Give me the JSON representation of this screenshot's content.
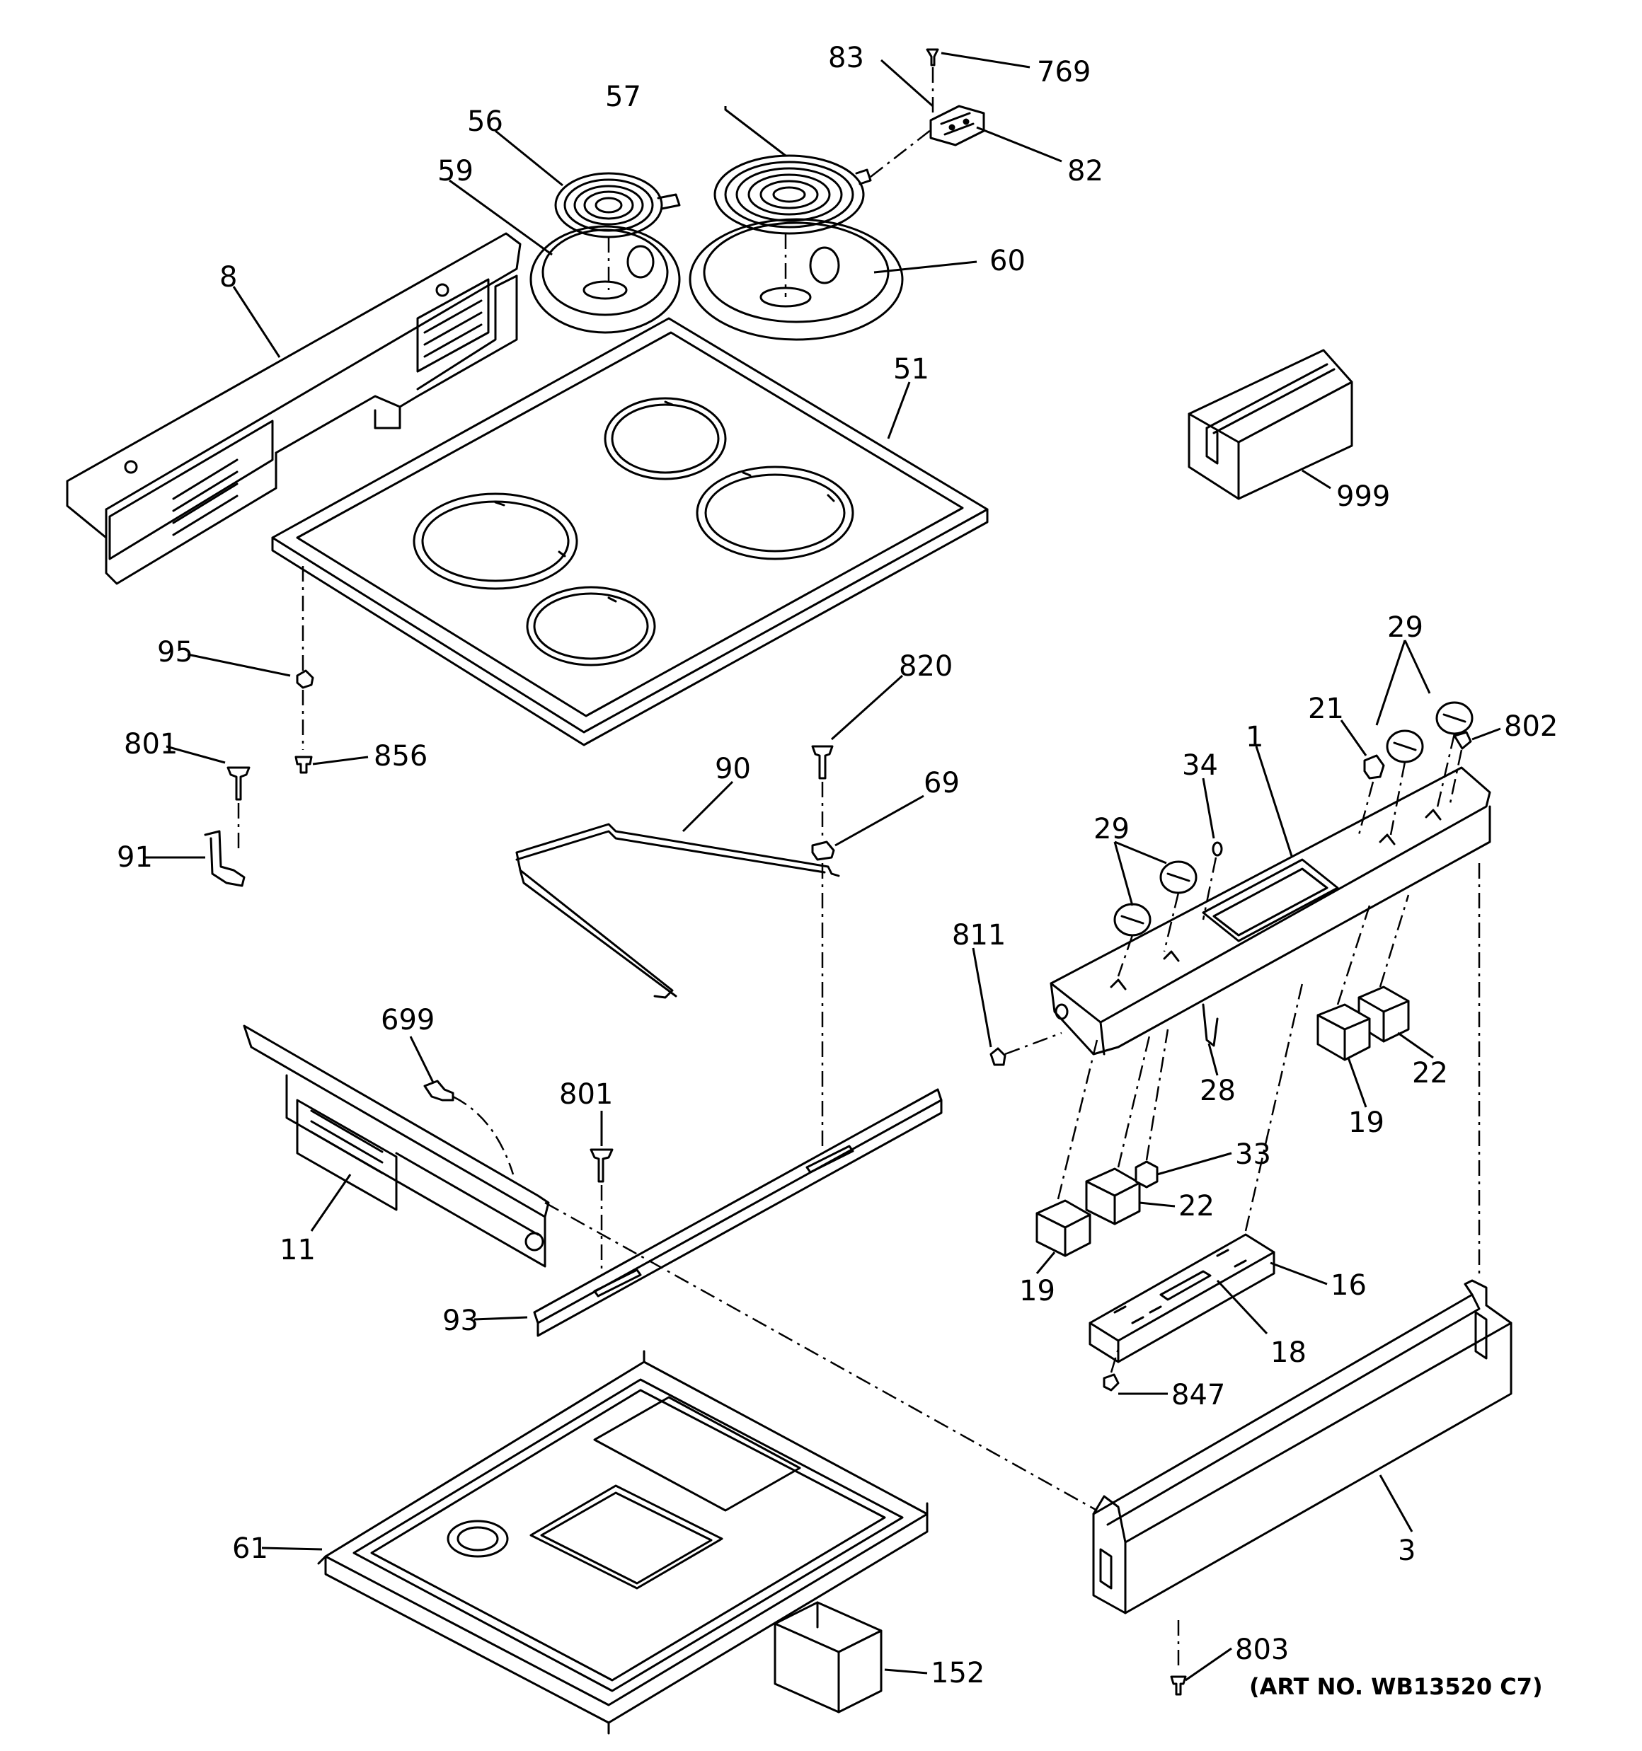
{
  "art_no": "(ART NO. WB13520 C7)",
  "callouts": [
    {
      "id": "c769",
      "text": "769"
    },
    {
      "id": "c83",
      "text": "83"
    },
    {
      "id": "c82",
      "text": "82"
    },
    {
      "id": "c56",
      "text": "56"
    },
    {
      "id": "c57",
      "text": "57"
    },
    {
      "id": "c59",
      "text": "59"
    },
    {
      "id": "c60",
      "text": "60"
    },
    {
      "id": "c8",
      "text": "8"
    },
    {
      "id": "c51",
      "text": "51"
    },
    {
      "id": "c999",
      "text": "999"
    },
    {
      "id": "c95",
      "text": "95"
    },
    {
      "id": "c801a",
      "text": "801"
    },
    {
      "id": "c856",
      "text": "856"
    },
    {
      "id": "c91",
      "text": "91"
    },
    {
      "id": "c90",
      "text": "90"
    },
    {
      "id": "c820",
      "text": "820"
    },
    {
      "id": "c69",
      "text": "69"
    },
    {
      "id": "c29a",
      "text": "29"
    },
    {
      "id": "c29b",
      "text": "29"
    },
    {
      "id": "c21",
      "text": "21"
    },
    {
      "id": "c802",
      "text": "802"
    },
    {
      "id": "c34",
      "text": "34"
    },
    {
      "id": "c1",
      "text": "1"
    },
    {
      "id": "c811",
      "text": "811"
    },
    {
      "id": "c28",
      "text": "28"
    },
    {
      "id": "c22a",
      "text": "22"
    },
    {
      "id": "c19a",
      "text": "19"
    },
    {
      "id": "c33",
      "text": "33"
    },
    {
      "id": "c22b",
      "text": "22"
    },
    {
      "id": "c19b",
      "text": "19"
    },
    {
      "id": "c16",
      "text": "16"
    },
    {
      "id": "c18",
      "text": "18"
    },
    {
      "id": "c847",
      "text": "847"
    },
    {
      "id": "c699",
      "text": "699"
    },
    {
      "id": "c801b",
      "text": "801"
    },
    {
      "id": "c11",
      "text": "11"
    },
    {
      "id": "c93",
      "text": "93"
    },
    {
      "id": "c61",
      "text": "61"
    },
    {
      "id": "c3",
      "text": "3"
    },
    {
      "id": "c152",
      "text": "152"
    },
    {
      "id": "c803",
      "text": "803"
    }
  ]
}
